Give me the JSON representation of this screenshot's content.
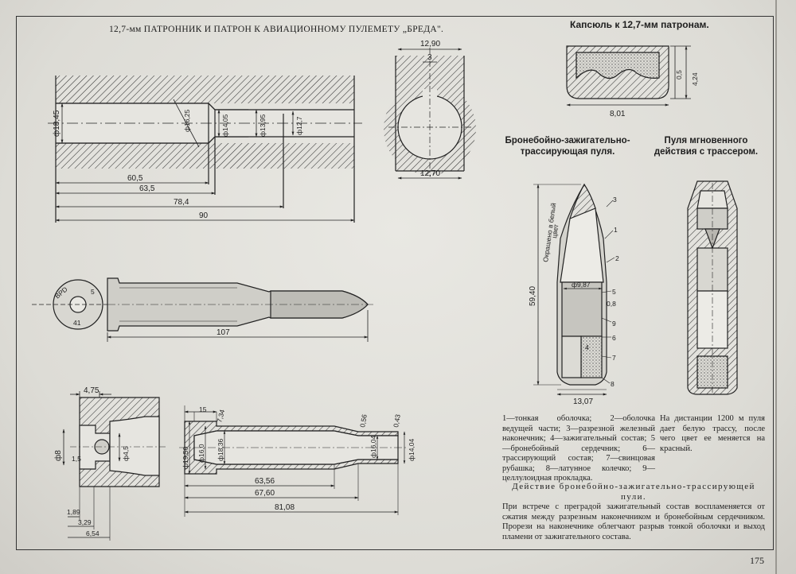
{
  "titles": {
    "main": "12,7-мм ПАТРОННИК И ПАТРОН К АВИАЦИОННОМУ ПУЛЕМЕТУ „БРЕДА\".",
    "primer": "Капсюль к 12,7-мм патронам.",
    "api_bullet_line1": "Бронебойно-зажигательно-",
    "api_bullet_line2": "трассирующая пуля.",
    "instant_bullet_line1": "Пуля мгновенного",
    "instant_bullet_line2": "действия с трассером."
  },
  "chamber": {
    "dims": [
      "ф18,45",
      "ф16,25",
      "ф14,05",
      "ф13,95",
      "ф12,7"
    ],
    "lengths": [
      "60,5",
      "63,5",
      "78,4",
      "90"
    ]
  },
  "bore_section": {
    "dims": [
      "12,90",
      "3",
      "12,70"
    ]
  },
  "primer": {
    "dims": [
      "0,5",
      "4,24",
      "8,01"
    ]
  },
  "cartridge": {
    "headstamp": [
      "BPD",
      "5",
      "41"
    ],
    "length": "107"
  },
  "case_head": {
    "dims": [
      "4,75",
      "ф8",
      "1,5",
      "ф4,5",
      "1,89",
      "3,29",
      "6,54"
    ]
  },
  "case": {
    "dims": [
      "15",
      "7,34",
      "ф19,50",
      "ф16,0",
      "ф18,36",
      "0,56",
      "0,43",
      "ф16,04",
      "ф14,04"
    ],
    "lengths": [
      "63,56",
      "67,60",
      "81,08"
    ]
  },
  "api_bullet": {
    "label_painted": [
      "Окрашено в белый",
      "цвет"
    ],
    "dims": [
      "59,40",
      "ф9,87",
      "0,8",
      "13,07"
    ],
    "callouts": [
      "3",
      "1",
      "2",
      "5",
      "9",
      "6",
      "7",
      "4",
      "8"
    ]
  },
  "legend": {
    "left": "1—тонкая оболочка; 2—оболочка ведущей части; 3—разрезной железный наконечник; 4—зажигательный состав; 5—бронебойный сердечник; 6—трассирующий состав; 7—свинцовая рубашка; 8—латунное колечко; 9—целлулоидная прокладка.",
    "right": "На дистанции 1200 м пуля дает белую трассу, после чего цвет ее меняется на красный."
  },
  "action": {
    "title": "Действие бронебойно-зажигательно-трассирующей пули.",
    "text": "При встрече с преградой зажигательный состав воспламеняется от сжатия между разрезным наконечником и бронебойным сердечником. Прорези на наконечнике облегчают разрыв тонкой оболочки и выход пламени от зажигательного состава."
  },
  "page_number": "175",
  "colors": {
    "ink": "#1e1e1e",
    "paper": "#e6e5e0",
    "shade": "#b9b7b1"
  }
}
